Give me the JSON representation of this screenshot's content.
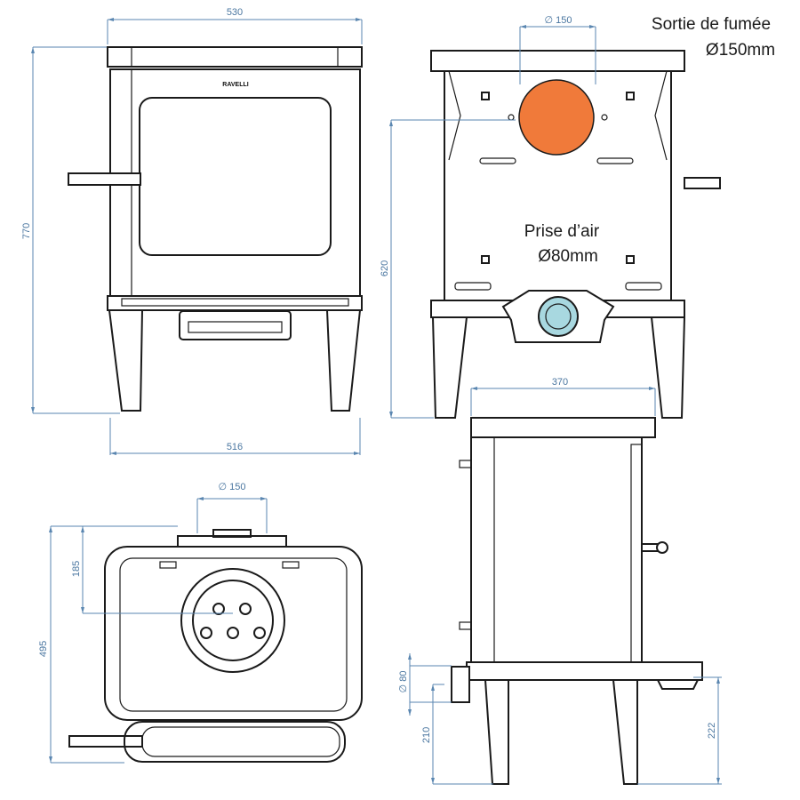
{
  "brand_logo": "RAVELLI",
  "labels": {
    "smoke_outlet_title": "Sortie de fumée",
    "smoke_outlet_size": "Ø150mm",
    "air_intake_title": "Prise d’air",
    "air_intake_size": "Ø80mm"
  },
  "dimensions": {
    "front_width_top": "530",
    "front_height": "770",
    "front_width_bottom": "516",
    "back_outlet_height": "620",
    "back_flue_diameter": "∅ 150",
    "top_flue_diameter": "∅ 150",
    "top_flue_offset": "185",
    "top_depth": "495",
    "side_depth": "370",
    "side_air_diameter": "∅ 80",
    "side_air_height": "210",
    "side_base_height": "222"
  },
  "colors": {
    "dimension": "#5a86b0",
    "smoke_outlet": "#f07a3a",
    "air_intake": "#a8d8e0"
  }
}
